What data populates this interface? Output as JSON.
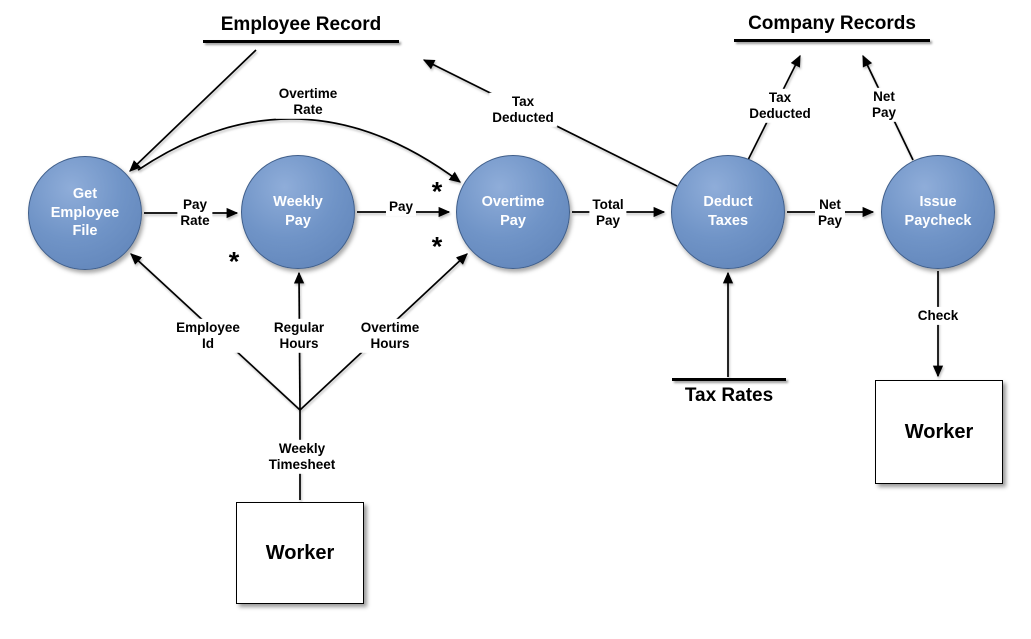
{
  "stores": {
    "employee_record": "Employee Record",
    "company_records": "Company Records",
    "tax_rates": "Tax Rates"
  },
  "processes": {
    "get_employee_file": [
      "Get",
      "Employee",
      "File"
    ],
    "weekly_pay": [
      "Weekly",
      "Pay"
    ],
    "overtime_pay": [
      "Overtime",
      "Pay"
    ],
    "deduct_taxes": [
      "Deduct",
      "Taxes"
    ],
    "issue_paycheck": [
      "Issue",
      "Paycheck"
    ]
  },
  "entities": {
    "worker_bottom": "Worker",
    "worker_right": "Worker"
  },
  "flow_labels": {
    "pay_rate": [
      "Pay",
      "Rate"
    ],
    "overtime_rate": [
      "Overtime",
      "Rate"
    ],
    "pay": [
      "Pay"
    ],
    "total_pay": [
      "Total",
      "Pay"
    ],
    "net_pay_mid": [
      "Net",
      "Pay"
    ],
    "tax_deducted_left": [
      "Tax",
      "Deducted"
    ],
    "tax_deducted_right": [
      "Tax",
      "Deducted"
    ],
    "net_pay_top": [
      "Net",
      "Pay"
    ],
    "employee_id": [
      "Employee",
      "Id"
    ],
    "regular_hours": [
      "Regular",
      "Hours"
    ],
    "overtime_hours": [
      "Overtime",
      "Hours"
    ],
    "weekly_timesheet": [
      "Weekly",
      "Timesheet"
    ],
    "check": [
      "Check"
    ]
  },
  "markers": {
    "and_star": "*"
  },
  "edges": [
    {
      "from": "Employee Record",
      "to": "Get Employee File",
      "label": ""
    },
    {
      "from": "Get Employee File",
      "to": "Weekly Pay",
      "label": "Pay Rate"
    },
    {
      "from": "Get Employee File",
      "to": "Overtime Pay",
      "label": "Overtime Rate"
    },
    {
      "from": "Weekly Pay",
      "to": "Overtime Pay",
      "label": "Pay"
    },
    {
      "from": "Overtime Pay",
      "to": "Deduct Taxes",
      "label": "Total Pay"
    },
    {
      "from": "Deduct Taxes",
      "to": "Employee Record",
      "label": "Tax Deducted"
    },
    {
      "from": "Deduct Taxes",
      "to": "Company Records",
      "label": "Tax Deducted"
    },
    {
      "from": "Deduct Taxes",
      "to": "Issue Paycheck",
      "label": "Net Pay"
    },
    {
      "from": "Issue Paycheck",
      "to": "Company Records",
      "label": "Net Pay"
    },
    {
      "from": "Tax Rates",
      "to": "Deduct Taxes",
      "label": ""
    },
    {
      "from": "Issue Paycheck",
      "to": "Worker",
      "label": "Check"
    },
    {
      "from": "Worker",
      "to": "Get Employee File",
      "label": "Weekly Timesheet, Employee Id"
    },
    {
      "from": "Worker",
      "to": "Weekly Pay",
      "label": "Weekly Timesheet, Regular Hours"
    },
    {
      "from": "Worker",
      "to": "Overtime Pay",
      "label": "Weekly Timesheet, Overtime Hours"
    }
  ],
  "colors": {
    "process_fill": "#7094c7",
    "process_border": "#3f5e8a",
    "process_text": "#ffffff",
    "line": "#000000",
    "background": "#ffffff"
  }
}
